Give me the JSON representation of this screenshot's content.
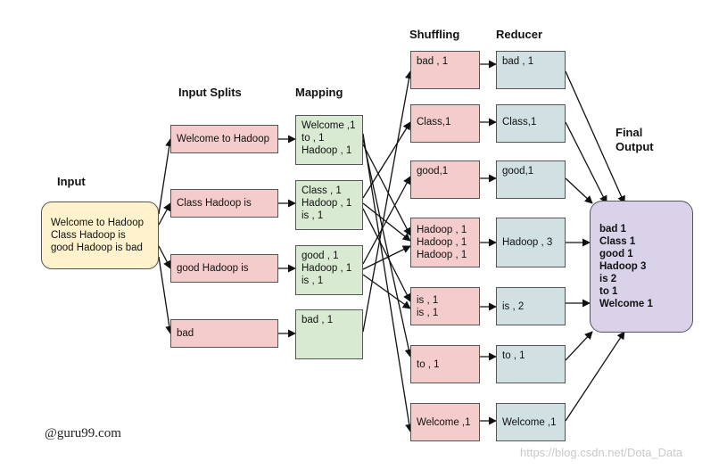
{
  "headers": {
    "input": "Input",
    "input_splits": "Input Splits",
    "mapping": "Mapping",
    "shuffling": "Shuffling",
    "reducer": "Reducer",
    "final_output": [
      "Final",
      "Output"
    ]
  },
  "input": [
    "Welcome to Hadoop",
    "Class Hadoop is",
    "good Hadoop is bad"
  ],
  "splits": [
    "Welcome to Hadoop",
    "Class Hadoop is",
    "good Hadoop is",
    "bad"
  ],
  "mapping": [
    [
      "Welcome ,1",
      "to , 1",
      "Hadoop , 1"
    ],
    [
      "Class , 1",
      "Hadoop , 1",
      "is , 1"
    ],
    [
      "good , 1",
      "Hadoop , 1",
      "is , 1"
    ],
    [
      "bad , 1"
    ]
  ],
  "shuffling": [
    [
      "bad , 1"
    ],
    [
      "Class,1"
    ],
    [
      "good,1"
    ],
    [
      "Hadoop , 1",
      "Hadoop , 1",
      "Hadoop , 1"
    ],
    [
      "is , 1",
      "is , 1"
    ],
    [
      "to ,  1"
    ],
    [
      "Welcome ,1"
    ]
  ],
  "reducer": [
    "bad , 1",
    "Class,1",
    "good,1",
    "Hadoop , 3",
    "is , 2",
    "to ,  1",
    "Welcome ,1"
  ],
  "final_output": [
    "bad 1",
    "Class 1",
    "good 1",
    "Hadoop 3",
    "is 2",
    "to 1",
    "Welcome 1"
  ],
  "credit": "@guru99.com",
  "watermark": "https://blog.csdn.net/Dota_Data"
}
